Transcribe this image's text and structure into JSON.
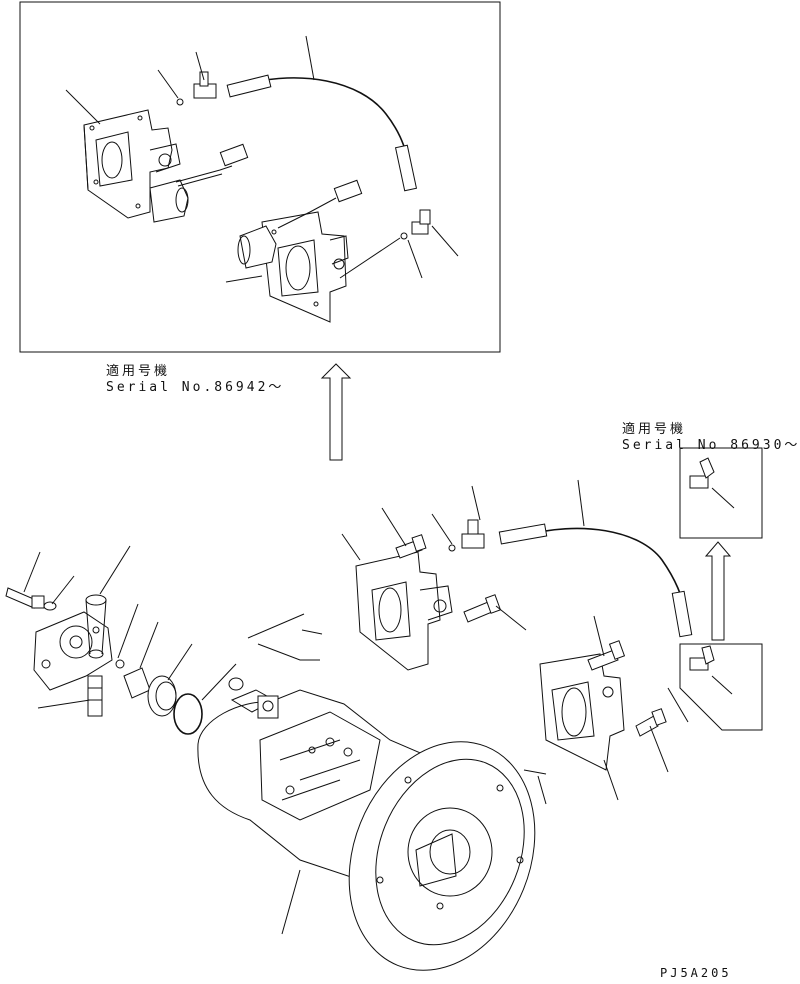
{
  "inset_top": {
    "applicable_label": "適用号機",
    "serial_label": "Serial No.86942～"
  },
  "inset_right": {
    "applicable_label": "適用号機",
    "serial_label": "Serial No 86930～"
  },
  "drawing_code": "PJ5A205",
  "icons": [
    "pump-assembly",
    "servo-valve",
    "solenoid",
    "hose",
    "elbow-fitting",
    "bolt",
    "o-ring",
    "flange",
    "arrow-up"
  ]
}
